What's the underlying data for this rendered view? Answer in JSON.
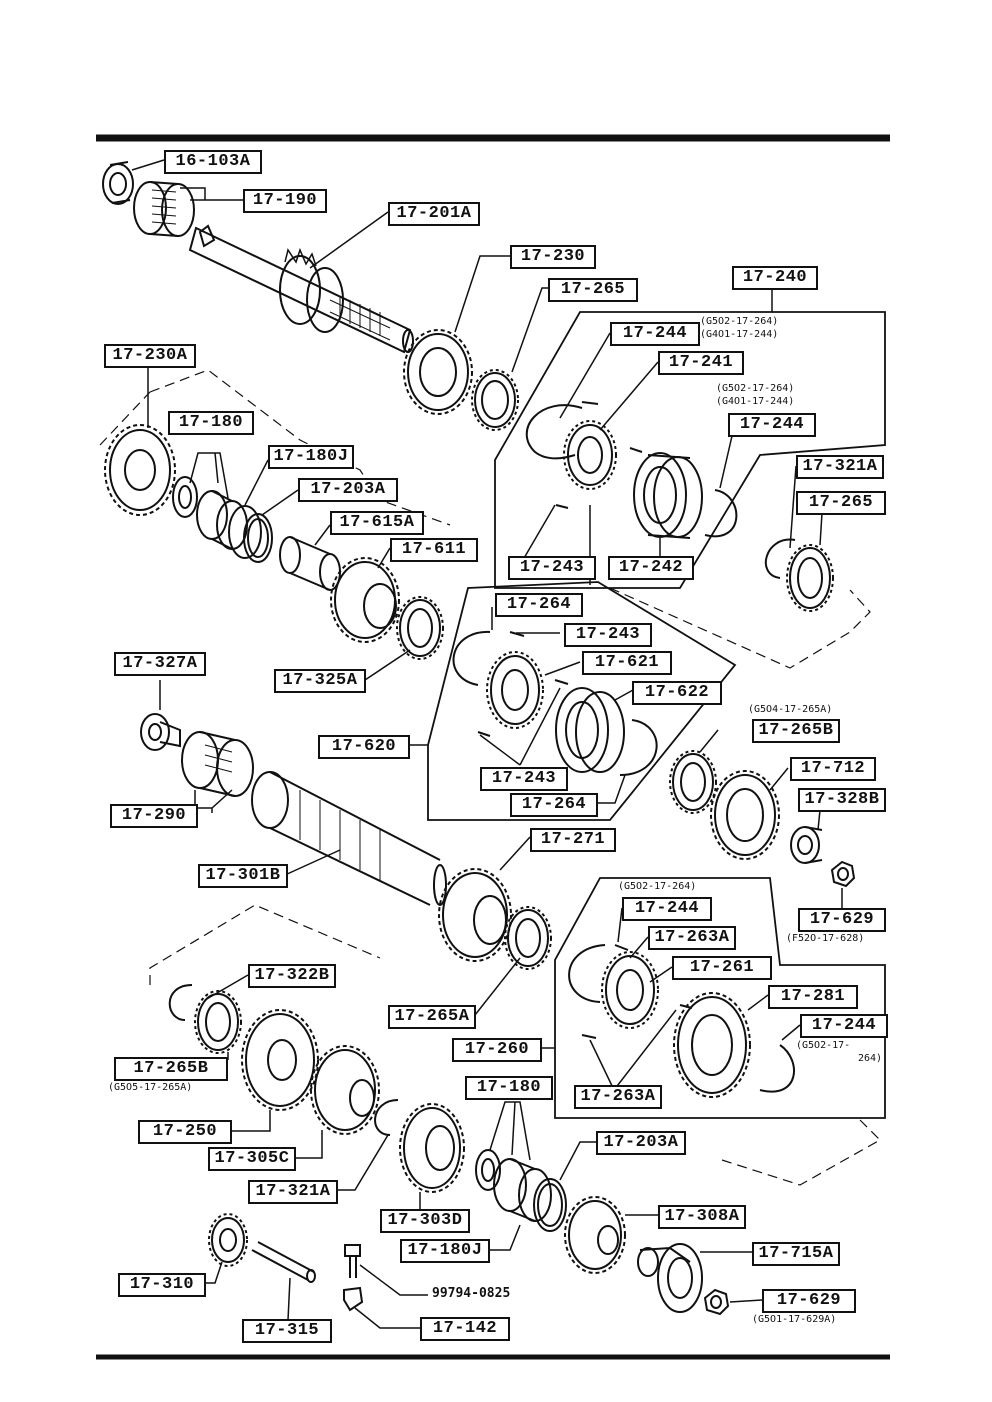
{
  "parts": {
    "p16_103A": "16-103A",
    "p17_190": "17-190",
    "p17_201A": "17-201A",
    "p17_230": "17-230",
    "p17_265_top": "17-265",
    "p17_240": "17-240",
    "p17_244_a": "17-244",
    "p17_241": "17-241",
    "p17_244_b": "17-244",
    "p17_321A_top": "17-321A",
    "p17_265_right": "17-265",
    "p17_243_top": "17-243",
    "p17_242": "17-242",
    "p17_230A": "17-230A",
    "p17_180_top": "17-180",
    "p17_180J_top": "17-180J",
    "p17_203A_top": "17-203A",
    "p17_615A": "17-615A",
    "p17_611": "17-611",
    "p17_264_a": "17-264",
    "p17_243_b": "17-243",
    "p17_621": "17-621",
    "p17_622": "17-622",
    "p17_243_c": "17-243",
    "p17_264_b": "17-264",
    "p17_620": "17-620",
    "p17_327A": "17-327A",
    "p17_325A": "17-325A",
    "p17_265B_right": "17-265B",
    "p17_712": "17-712",
    "p17_328B": "17-328B",
    "p17_290": "17-290",
    "p17_271": "17-271",
    "p17_301B": "17-301B",
    "p17_629_right": "17-629",
    "p17_244_c": "17-244",
    "p17_263A_a": "17-263A",
    "p17_261": "17-261",
    "p17_281": "17-281",
    "p17_244_d": "17-244",
    "p17_322B": "17-322B",
    "p17_265A": "17-265A",
    "p17_260": "17-260",
    "p17_263A_b": "17-263A",
    "p17_265B_left": "17-265B",
    "p17_250": "17-250",
    "p17_305C": "17-305C",
    "p17_180_bottom": "17-180",
    "p17_203A_bottom": "17-203A",
    "p17_321A_bottom": "17-321A",
    "p17_303D": "17-303D",
    "p17_308A": "17-308A",
    "p17_180J_bottom": "17-180J",
    "p17_715A": "17-715A",
    "p17_310": "17-310",
    "p17_629_bottom": "17-629",
    "p17_315": "17-315",
    "p17_142": "17-142"
  },
  "notes": {
    "n_240_a": "(G5O2-17-264)",
    "n_240_b": "(G4O1-17-244)",
    "n_244_a": "(G5O2-17-264)",
    "n_244_b": "(G4O1-17-244)",
    "n_265B": "(G5O4-17-265A)",
    "n_629": "(F52O-17-628)",
    "n_260": "(G5O2-17-264)",
    "n_244d_a": "(G5O2-17-",
    "n_244d_b": "264)",
    "n_265B_left": "(G5O5-17-265A)",
    "n_629_bottom": "(G5O1-17-629A)",
    "bolt": "99794-0825"
  }
}
